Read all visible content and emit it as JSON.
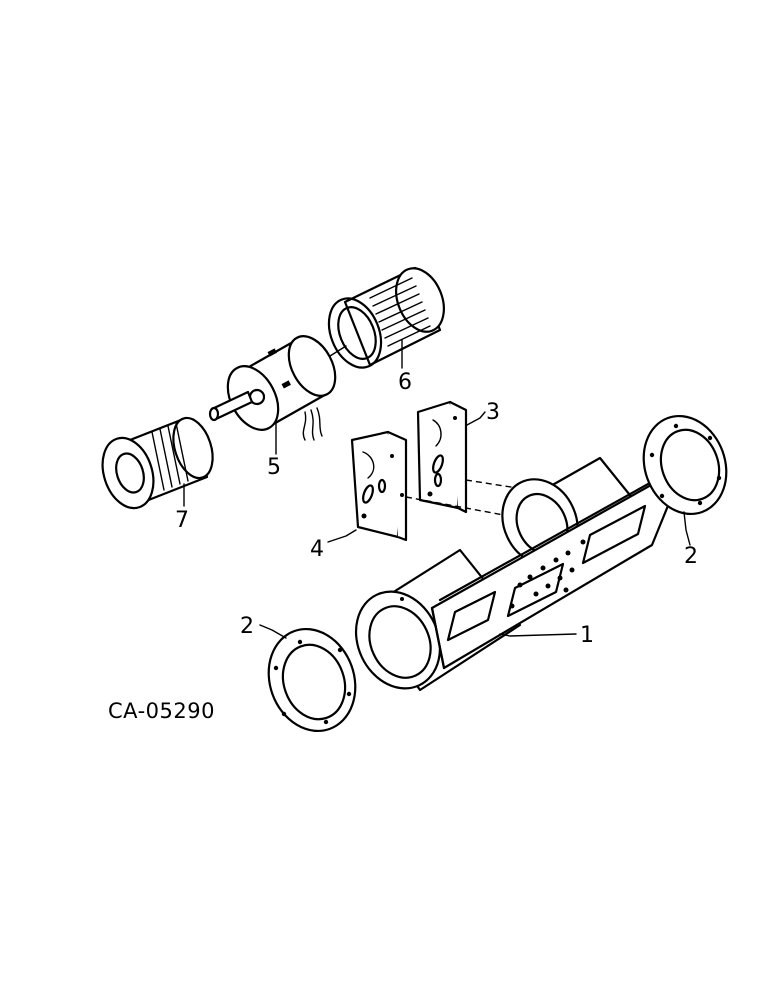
{
  "diagram": {
    "reference_code": "CA-05290",
    "callouts": {
      "c1": "1",
      "c2a": "2",
      "c2b": "2",
      "c3": "3",
      "c4": "4",
      "c5": "5",
      "c6": "6",
      "c7": "7"
    }
  }
}
